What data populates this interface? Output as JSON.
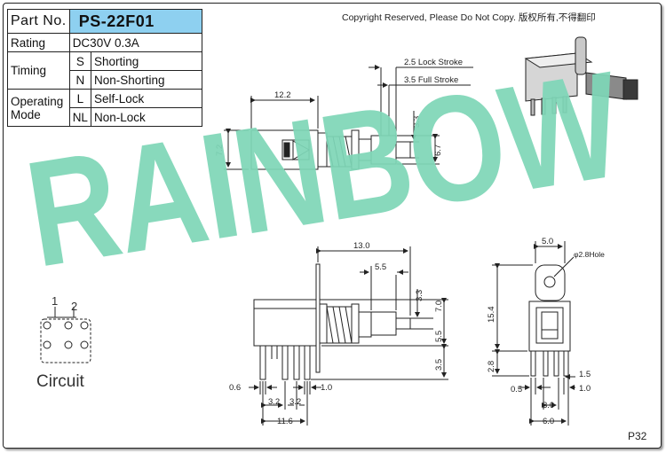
{
  "spec_table": {
    "part_no_label": "Part No.",
    "part_no_value": "PS-22F01",
    "rating_label": "Rating",
    "rating_value": "DC30V 0.3A",
    "timing_label": "Timing",
    "timing_rows": [
      {
        "code": "S",
        "text": "Shorting"
      },
      {
        "code": "N",
        "text": "Non-Shorting"
      }
    ],
    "operating_mode_label_1": "Operating",
    "operating_mode_label_2": "Mode",
    "mode_rows": [
      {
        "code": "L",
        "text": "Self-Lock"
      },
      {
        "code": "NL",
        "text": "Non-Lock"
      }
    ]
  },
  "copyright": "Copyright Reserved, Please Do Not Copy. 版权所有,不得翻印",
  "watermark": "RAINBOW",
  "top_view": {
    "lock_stroke": "2.5 Lock Stroke",
    "full_stroke": "3.5 Full Stroke",
    "dim_width": "12.2",
    "dim_height": "7.2",
    "dim_3_3": "3.3",
    "dim_6_7": "6.7"
  },
  "side_view": {
    "dim_13": "13.0",
    "dim_5_5_top": "5.5",
    "dim_3_3": "3.3",
    "dim_7_0": "7.0",
    "dim_5_5_side": "5.5",
    "dim_3_5": "3.5",
    "dim_0_6": "0.6",
    "dim_1_0": "1.0",
    "dim_3_2_a": "3.2",
    "dim_3_2_b": "3.2",
    "dim_11_6": "11.6"
  },
  "end_view": {
    "dim_5_0": "5.0",
    "hole": "φ2.8Hole",
    "dim_15_4": "15.4",
    "dim_2_8": "2.8",
    "dim_0_5": "0.5",
    "dim_1_5": "1.5",
    "dim_1_0": "1.0",
    "dim_3_0": "3.0",
    "dim_6_0": "6.0"
  },
  "circuit": {
    "label": "Circuit",
    "pin_1": "1",
    "pin_2": "2"
  },
  "page_number": "P32"
}
